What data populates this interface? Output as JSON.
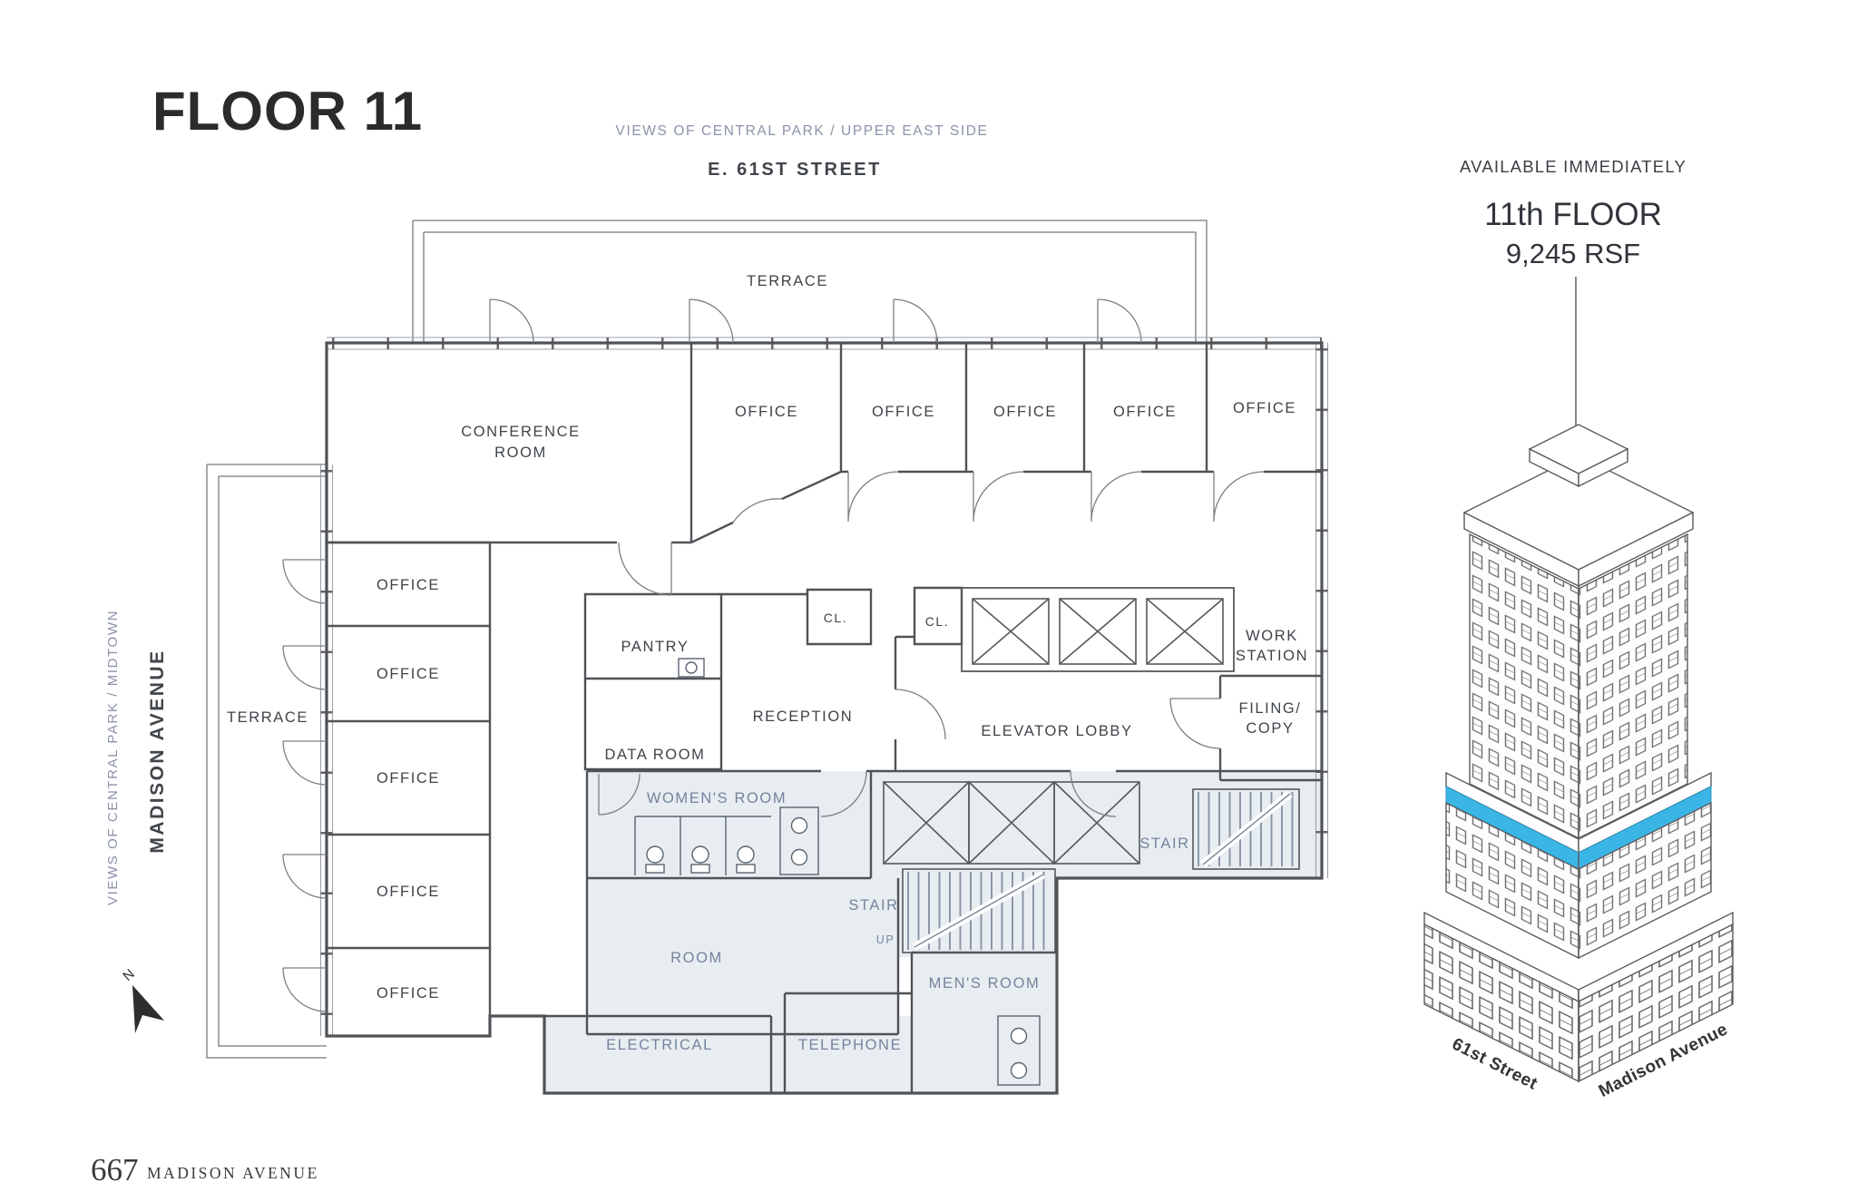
{
  "header": {
    "title": "FLOOR 11",
    "subtitle": "VIEWS OF CENTRAL PARK / UPPER EAST SIDE",
    "street_top": "E. 61ST STREET"
  },
  "availability": {
    "line1": "AVAILABLE IMMEDIATELY",
    "line2": "11th FLOOR",
    "line3": "9,245 RSF"
  },
  "left_labels": {
    "views": "VIEWS OF CENTRAL PARK / MIDTOWN",
    "avenue": "MADISON AVENUE"
  },
  "compass": {
    "north": "N"
  },
  "footer": {
    "number": "667",
    "street": "MADISON AVENUE"
  },
  "building": {
    "street_left": "61st Street",
    "street_right": "Madison Avenue",
    "highlight_color": "#3ab5e6"
  },
  "colors": {
    "core_shade": "#e8edf2",
    "accent_cyan": "#3ab5e6",
    "wall": "#4f5357",
    "slate_label": "#74849c"
  },
  "plan": {
    "terrace_top": "TERRACE",
    "terrace_left": "TERRACE",
    "conference1": "CONFERENCE",
    "conference2": "ROOM",
    "office": "OFFICE",
    "pantry": "PANTRY",
    "cl": "CL.",
    "reception": "RECEPTION",
    "data_room": "DATA ROOM",
    "elevator_lobby": "ELEVATOR LOBBY",
    "work1": "WORK",
    "work2": "STATION",
    "filing1": "FILING/",
    "filing2": "COPY",
    "womens_room": "WOMEN'S ROOM",
    "mens_room": "MEN'S ROOM",
    "stair": "STAIR",
    "up": "UP",
    "room": "ROOM",
    "electrical": "ELECTRICAL",
    "telephone": "TELEPHONE"
  }
}
